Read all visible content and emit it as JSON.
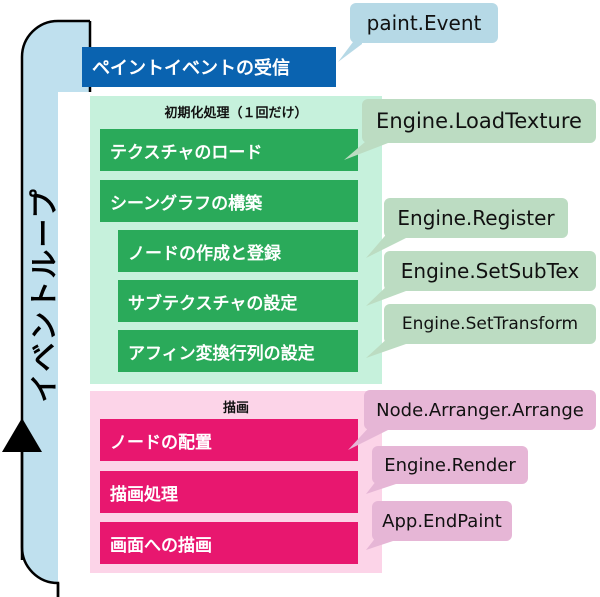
{
  "loop": {
    "label": "イベントループ"
  },
  "event": {
    "label": "ペイントイベントの受信",
    "api": "paint.Event"
  },
  "init": {
    "title": "初期化処理（１回だけ）",
    "steps": [
      {
        "label": "テクスチャのロード",
        "api": "Engine.LoadTexture"
      },
      {
        "label": "シーングラフの構築",
        "api": ""
      },
      {
        "label": "ノードの作成と登録",
        "api": "Engine.Register"
      },
      {
        "label": "サブテクスチャの設定",
        "api": "Engine.SetSubTex"
      },
      {
        "label": "アフィン変換行列の設定",
        "api": "Engine.SetTransform"
      }
    ]
  },
  "draw": {
    "title": "描画",
    "steps": [
      {
        "label": "ノードの配置",
        "api": "Node.Arranger.Arrange"
      },
      {
        "label": "描画処理",
        "api": "Engine.Render"
      },
      {
        "label": "画面への描画",
        "api": "App.EndPaint"
      }
    ]
  },
  "colors": {
    "loop": "#bfe0ee",
    "event_box": "#0a63b0",
    "init_panel": "#c6f1dc",
    "init_box": "#2aaa5a",
    "draw_panel": "#fcd4e8",
    "draw_box": "#e8176f"
  }
}
